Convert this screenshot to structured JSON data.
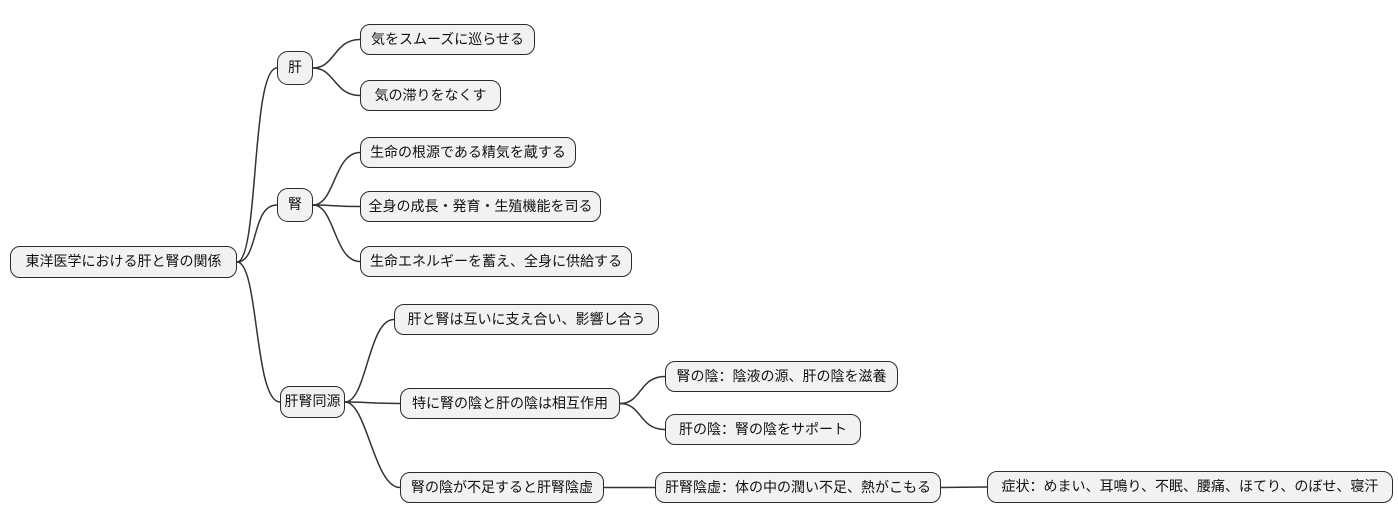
{
  "diagram": {
    "type": "mindmap",
    "direction": "left-to-right",
    "nodes": {
      "root": {
        "label": "東洋医学における肝と腎の関係"
      },
      "kan": {
        "label": "肝"
      },
      "kan_c1": {
        "label": "気をスムーズに巡らせる"
      },
      "kan_c2": {
        "label": "気の滞りをなくす"
      },
      "jin": {
        "label": "腎"
      },
      "jin_c1": {
        "label": "生命の根源である精気を蔵する"
      },
      "jin_c2": {
        "label": "全身の成長・発育・生殖機能を司る"
      },
      "jin_c3": {
        "label": "生命エネルギーを蓄え、全身に供給する"
      },
      "kjdg": {
        "label": "肝腎同源"
      },
      "kjdg_c1": {
        "label": "肝と腎は互いに支え合い、影響し合う"
      },
      "kjdg_c2": {
        "label": "特に腎の陰と肝の陰は相互作用"
      },
      "kjdg_c2_1": {
        "label": "腎の陰：陰液の源、肝の陰を滋養"
      },
      "kjdg_c2_2": {
        "label": "肝の陰：腎の陰をサポート"
      },
      "kjdg_c3": {
        "label": "腎の陰が不足すると肝腎陰虚"
      },
      "kkik": {
        "label": "肝腎陰虚：体の中の潤い不足、熱がこもる"
      },
      "symptoms": {
        "label": "症状：めまい、耳鳴り、不眠、腰痛、ほてり、のぼせ、寝汗"
      }
    },
    "edges": [
      {
        "from": "root",
        "to": "kan"
      },
      {
        "from": "root",
        "to": "jin"
      },
      {
        "from": "root",
        "to": "kjdg"
      },
      {
        "from": "kan",
        "to": "kan_c1"
      },
      {
        "from": "kan",
        "to": "kan_c2"
      },
      {
        "from": "jin",
        "to": "jin_c1"
      },
      {
        "from": "jin",
        "to": "jin_c2"
      },
      {
        "from": "jin",
        "to": "jin_c3"
      },
      {
        "from": "kjdg",
        "to": "kjdg_c1"
      },
      {
        "from": "kjdg",
        "to": "kjdg_c2"
      },
      {
        "from": "kjdg",
        "to": "kjdg_c3"
      },
      {
        "from": "kjdg_c2",
        "to": "kjdg_c2_1"
      },
      {
        "from": "kjdg_c2",
        "to": "kjdg_c2_2"
      },
      {
        "from": "kjdg_c3",
        "to": "kkik"
      },
      {
        "from": "kkik",
        "to": "symptoms"
      }
    ],
    "colors": {
      "background": "#ffffff",
      "node_fill": "#f2f2f2",
      "node_border": "#2b2b2b",
      "edge_stroke": "#333333",
      "text": "#111111"
    }
  }
}
